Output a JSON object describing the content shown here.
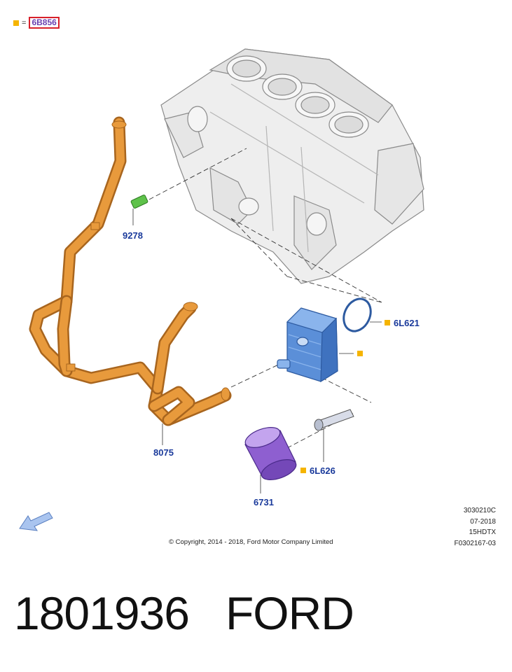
{
  "legend": {
    "symbol": "=",
    "code": "6B856"
  },
  "callouts": {
    "sensor": "9278",
    "gasket": "6L621",
    "hose": "8075",
    "connector": "6L626",
    "filter": "6731"
  },
  "meta": {
    "line1": "3030210C",
    "line2": "07-2018",
    "line3": "15HDTX",
    "line4": "F0302167-03"
  },
  "copyright": "© Copyright, 2014 - 2018, Ford Motor Company Limited",
  "footer": {
    "part_number": "1801936",
    "brand": "FORD"
  },
  "colors": {
    "hose": "#e89a3c",
    "cooler": "#5b8fd8",
    "filter": "#8e5fd0",
    "sensor": "#5ec24a",
    "marker": "#f5b400",
    "callout_text": "#1a3a9b"
  }
}
